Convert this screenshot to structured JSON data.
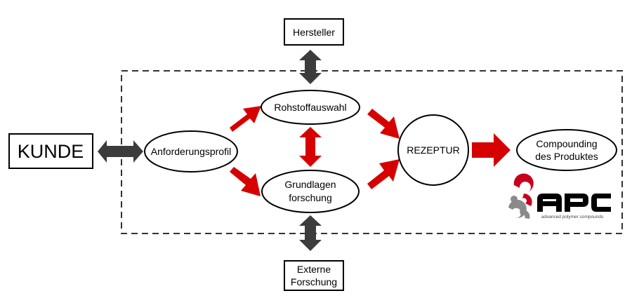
{
  "nodes": {
    "kunde": "KUNDE",
    "hersteller": "Hersteller",
    "externe_forschung": [
      "Externe",
      "Forschung"
    ],
    "anforderungsprofil": "Anforderungsprofil",
    "rohstoffauswahl": "Rohstoffauswahl",
    "grundlagenforschung": [
      "Grundlagen",
      "forschung"
    ],
    "rezeptur": "REZEPTUR",
    "compounding": [
      "Compounding",
      "des Produktes"
    ]
  },
  "logo": {
    "name": "APC",
    "tagline": "advanced polymer compounds"
  },
  "colors": {
    "flow_arrow": "#d60000",
    "link_arrow": "#3c3c3c",
    "logo_red": "#c8001e",
    "logo_gray": "#8a8a8a",
    "border": "#000000"
  }
}
